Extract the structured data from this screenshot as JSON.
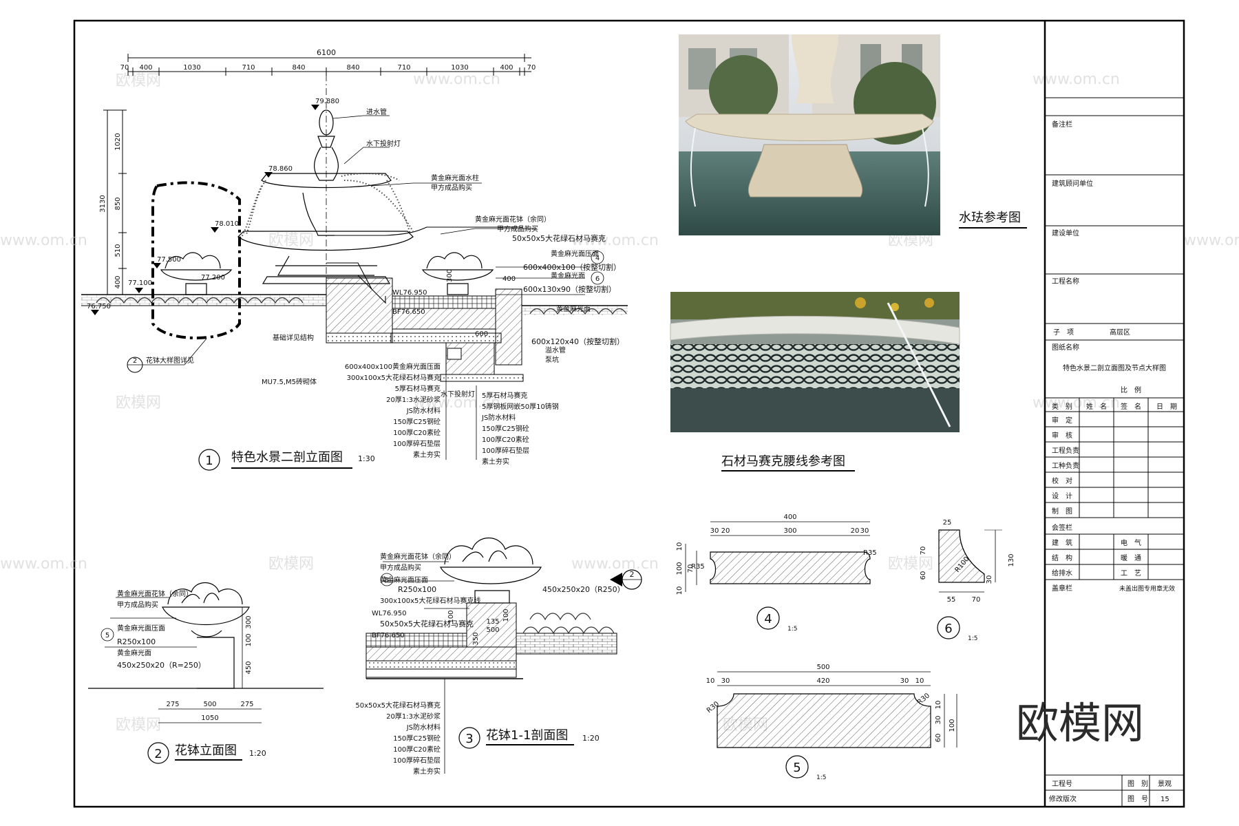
{
  "drawing1": {
    "dims_top": [
      "70",
      "400",
      "1030",
      "710",
      "840",
      "840",
      "710",
      "1030",
      "400",
      "70"
    ],
    "total": "6100",
    "dims_left": [
      "1020",
      "850",
      "510",
      "400"
    ],
    "total_height": "3130",
    "elev": [
      "79.880",
      "78.860",
      "78.010",
      "77.500",
      "77.200",
      "77.100",
      "76.750"
    ],
    "wl": "WL76.950",
    "bf": "BF76.650",
    "d600": "600",
    "d400": "400",
    "d300": "300",
    "notes_top": [
      "进水管",
      "水下投射灯",
      "黄金麻光面水柱",
      "甲方成品购买"
    ],
    "notes_right": [
      "黄金麻光面花钵（余同）",
      "甲方成品购买",
      "50x50x5大花绿石材马赛克",
      "黄金麻光面压面",
      "600x400x100（按整切割）",
      "黄金麻光面",
      "600x130x90（按整切割）"
    ],
    "tag4": "4",
    "tag6": "6",
    "notes_bottom_right": [
      "黄金麻光面",
      "600x120x40（按整切割）",
      "溢水管",
      "泵坑"
    ],
    "notes_layers_a": [
      "基础详见结构",
      "MU7.5,M5砖砌体",
      "600x400x100黄金麻光面压面",
      "300x100x5大花绿石材马赛克",
      "5厚石材马赛克",
      "20厚1:3水泥砂浆",
      "JS防水材料",
      "150厚C25钢砼",
      "100厚C20素砼",
      "100厚碎石垫层",
      "素土夯实"
    ],
    "notes_layers_b": [
      "水下投射灯",
      "5厚石材马赛克",
      "5厚钢板网嵌50厚10铸钢",
      "JS防水材料",
      "150厚C25钢砼",
      "100厚C20素砼",
      "100厚碎石垫层",
      "素土夯实"
    ],
    "ref2": "2",
    "ref2_text": "花钵大样图详见",
    "title_no": "1",
    "title": "特色水景二剖立面图",
    "scale": "1:30"
  },
  "drawing2": {
    "notes": [
      "黄金麻光面花钵（余同）",
      "甲方成品购买",
      "黄金麻光面压面",
      "R250x100",
      "黄金麻光面",
      "450x250x20（R=250）"
    ],
    "tag5": "5",
    "dims_v": [
      "300",
      "100",
      "450"
    ],
    "dims_h": [
      "275",
      "500",
      "275"
    ],
    "total": "1050",
    "title_no": "2",
    "title": "花钵立面图",
    "scale": "1:20"
  },
  "drawing3": {
    "notes": [
      "黄金麻光面花钵（余同）",
      "甲方成品购买",
      "黄金麻光面压面",
      "R250x100",
      "300x100x5大花绿石材马赛克线"
    ],
    "tag5": "5",
    "wl": "WL76.950",
    "bf": "BF76.650",
    "note_mid": "50x50x5大花绿石材马赛克",
    "dims": [
      "100",
      "350",
      "135",
      "500",
      "100"
    ],
    "note_right": "450x250x20（R250）",
    "cut": "2",
    "layers": [
      "50x50x5大花绿石材马赛克",
      "20厚1:3水泥砂浆",
      "JS防水材料",
      "150厚C25钢砼",
      "100厚C20素砼",
      "100厚碎石垫层",
      "素土夯实"
    ],
    "title_no": "3",
    "title": "花钵1-1剖面图",
    "scale": "1:20"
  },
  "photos": {
    "photo1_title": "水珐参考图",
    "photo2_title": "石材马赛克腰线参考图"
  },
  "detail4": {
    "dims_top": [
      "400",
      "30",
      "20",
      "300",
      "20",
      "30"
    ],
    "dims_left": [
      "10",
      "100",
      "70",
      "10"
    ],
    "r_left": "R35",
    "r_right": "R35",
    "no": "4",
    "scale": "1:5"
  },
  "detail5": {
    "dims_top": [
      "500",
      "10",
      "30",
      "420",
      "30",
      "10"
    ],
    "dims_right": [
      "10",
      "30",
      "100",
      "60"
    ],
    "r_left": "R30",
    "r_right": "R30",
    "no": "5",
    "scale": "1:5"
  },
  "detail6": {
    "dims": [
      "25",
      "70",
      "60",
      "R100",
      "55",
      "70",
      "130",
      "30"
    ],
    "no": "6",
    "scale": "1:5"
  },
  "titleblock": {
    "labels": [
      "备注栏",
      "建筑顾问单位",
      "建设单位",
      "工程名称",
      "子　项",
      "高层区",
      "图纸名称"
    ],
    "drawing_name": "特色水景二剖立面图及节点大样图",
    "scale_label": "比　例",
    "table_header": [
      "类　别",
      "姓　名",
      "签　名",
      "日　期"
    ],
    "roles": [
      "审　定",
      "审　核",
      "工程负责",
      "工种负责",
      "校　对",
      "设　计",
      "制　图"
    ],
    "sign_header": "会签栏",
    "trades": [
      [
        "建　筑",
        "电　气"
      ],
      [
        "结　构",
        "暖　通"
      ],
      [
        "给排水",
        "工　艺"
      ]
    ],
    "stamp": "盖章栏",
    "stamp_note": "未盖出图专用章无效",
    "bottom": [
      [
        "工程号",
        "图　别",
        "景观"
      ],
      [
        "修改版次",
        "图　号",
        "15"
      ]
    ]
  },
  "watermarks": [
    "欧模网",
    "www.om.cn"
  ],
  "brand": "欧模网"
}
